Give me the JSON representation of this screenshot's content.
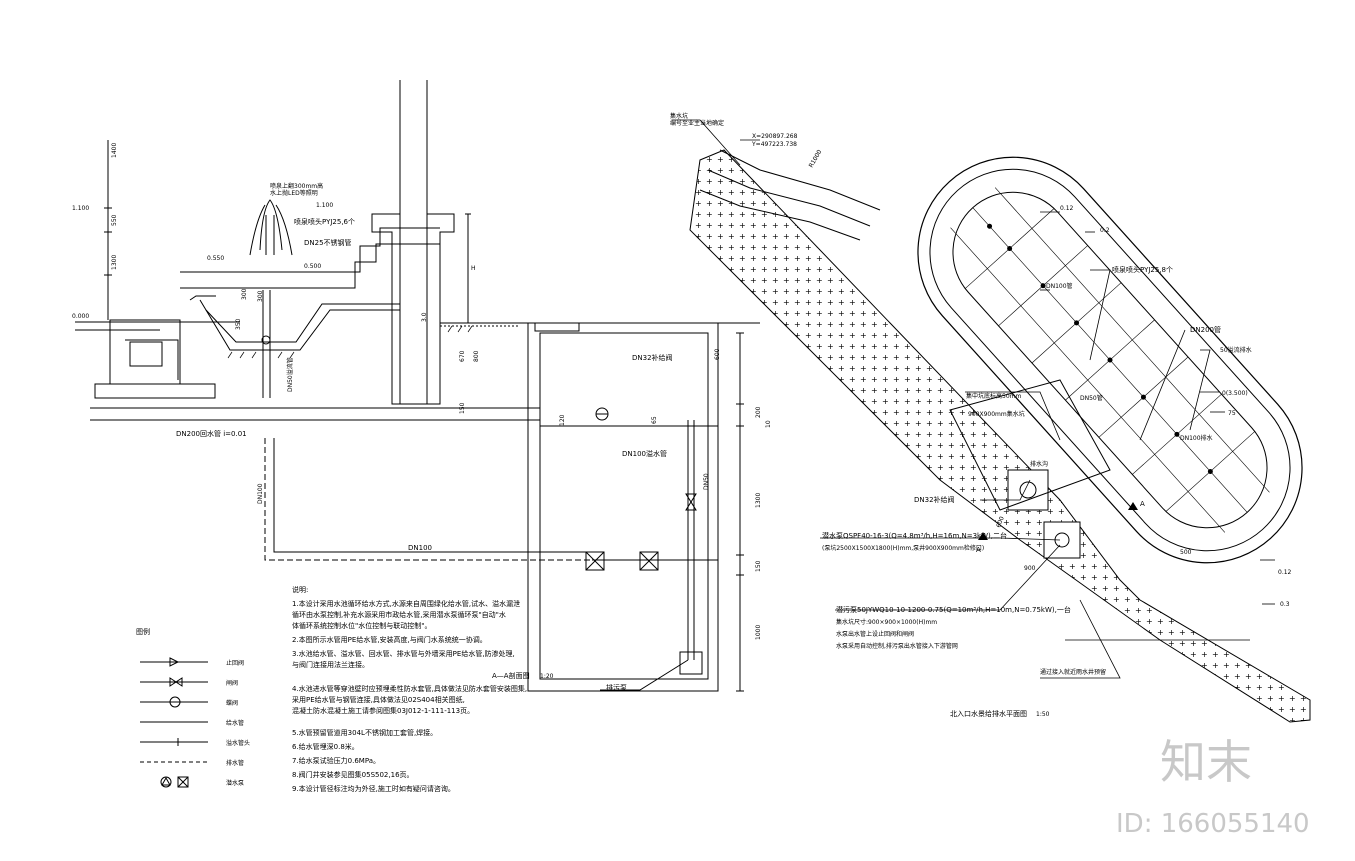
{
  "elevations": {
    "e1": "1.100",
    "e2": "0.000",
    "e3": "0.550",
    "e4": "0.500",
    "e5": "1.100",
    "e6": "H"
  },
  "dims_left": [
    "1400",
    "550",
    "1300",
    "300",
    "300",
    "350",
    "3.0",
    "670",
    "800",
    "150",
    "120",
    "65",
    "10"
  ],
  "section_labels": {
    "nozzle_note": "喷泉上翻300mm高\n水上抛LED等照明",
    "nozzle": "喷泉喷头PYJ25,6个",
    "dn25": "DN25不锈钢管",
    "dn50_pipe": "DN50溢流管",
    "dn200": "DN200回水管  i=0.01",
    "dn100_v": "DN100",
    "dn100_h": "DN100",
    "dn32": "DN32补给阀",
    "dn100_overflow": "DN100溢水管",
    "dn50_v": "DN50",
    "drain": "排污泵",
    "dim_200": "200",
    "dim_1300": "1300",
    "dim_150": "150",
    "dim_1000": "1000",
    "dim_600": "600",
    "section_title": "A—A剖面图",
    "section_scale": "1:20"
  },
  "legend": {
    "title": "图例",
    "items": [
      {
        "label": "止回阀"
      },
      {
        "label": "闸阀"
      },
      {
        "label": "蝶阀"
      },
      {
        "label": "给水管"
      },
      {
        "label": "溢水管头"
      },
      {
        "label": "排水管"
      },
      {
        "label": "潜水泵"
      }
    ]
  },
  "notes": {
    "title": "说明:",
    "lines": [
      "1.本设计采用水池循环给水方式,水源来自周围绿化给水管,试水、溢水漏泄",
      "  循环由水泵控制,补充水源采用市政给水管,采用潜水泵循环泵\"自动\"水",
      "  体循环系统控制水位\"水位控制与联动控制\"。",
      "2.本图所示水管用PE给水管,安装高度,与阀门水系统统一协调。",
      "3.水池给水管、溢水管、回水管、排水管与外墙采用PE给水管,防渗处理,",
      "  与阀门连接用法兰连接。",
      "4.水池进水管等穿池壁时应预埋柔性防水套管,具体做法见防水套管安装图集,",
      "  采用PE给水管与钢管连接,具体做法见02S404相关图纸,",
      "  混凝土防水混凝土施工请参阅图集03J012-1-111-113页。",
      "5.水管预留管道用304L不锈钢加工套管,焊接。",
      "6.给水管埋深0.8米。",
      "7.给水泵试验压力0.6MPa。",
      "8.阀门井安装参见图集05S502,16页。",
      "9.本设计管径标注均为外径,施工时如有疑问请咨询。"
    ]
  },
  "plan_labels": {
    "title": "北入口水景给排水平面图",
    "scale": "1:50",
    "coord_note": "集水坑\n编号至业主当地确定",
    "coord_x": "X=290897.268",
    "coord_y": "Y=497223.738",
    "r_label": "R1000",
    "e_012": "0.12",
    "e_02": "0.2",
    "nozzle": "喷泉喷头PYJ25,8个",
    "dn100_pipe": "DN100管",
    "dn200_pipe": "DN200管",
    "dn50_pipe": "DN50管",
    "dn100_drain": "DN100排水",
    "overflow_drain": "50溢流排水",
    "elev_3500": "0(3.500)",
    "e_75": "75",
    "pit_note": "集中坑底标高50mm",
    "pit_size": "900X900mm集水坑",
    "grate": "排水沟",
    "dn32": "DN32补给阀",
    "pump1": "潜水泵QSPF40-16-3(Q=4.8m³/h,H=16m,N=3kW),二台",
    "pump1b": "(泵坑2500X1500X1800(H)mm,泵井900X900mm检修口)",
    "pump2": "潜污泵50JYWQ10-10-1200-0.75(Q=10m³/h,H=10m,N=0.75kW),一台",
    "pump2b": "集水坑尺寸:900×900×1000(H)mm",
    "pump2c": "水泵出水管上设止回阀和闸阀",
    "pump2d": "水泵采用自动控制,排污泵出水管接入下游管网",
    "pump_note": "通过接入就近雨水井预留",
    "dim_600": "600",
    "dim_900": "900",
    "label_A": "A",
    "label_A2": "A",
    "e_012b": "0.12",
    "e_03": "0.3",
    "label_500": "500"
  },
  "watermark": {
    "logo": "知末",
    "id": "ID: 166055140"
  }
}
